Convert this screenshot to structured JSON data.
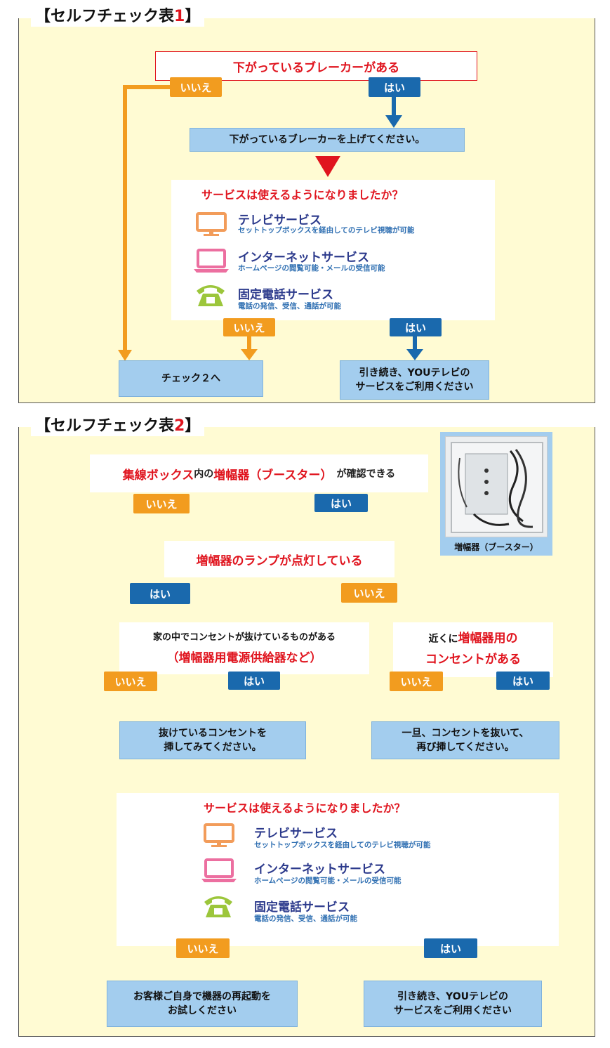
{
  "colors": {
    "accent_orange": "#f29c1f",
    "accent_blue": "#1a69ad",
    "alert_red": "#e0141e",
    "box_blue": "#a3cdee",
    "panel_yellow": "#fffbd3",
    "service_navy": "#2c3a8c"
  },
  "labels": {
    "no": "いいえ",
    "yes": "はい"
  },
  "section1": {
    "title_prefix": "【セルフチェック表",
    "title_num": "1",
    "title_suffix": "】",
    "q1": "下がっているブレーカーがある",
    "action1": "下がっているブレーカーを上げてください。",
    "question": "サービスは使えるようになりましたか？",
    "services": [
      {
        "icon": "tv-icon",
        "name": "テレビサービス",
        "desc": "セットトップボックスを経由してのテレビ視聴が可能"
      },
      {
        "icon": "laptop-icon",
        "name": "インターネットサービス",
        "desc": "ホームページの閲覧可能・メールの受信可能"
      },
      {
        "icon": "phone-icon",
        "name": "固定電話サービス",
        "desc": "電話の発信、受信、通話が可能"
      }
    ],
    "result_no": "チェック２へ",
    "result_yes_line1": "引き続き、YOUテレビの",
    "result_yes_line2": "サービスをご利用ください"
  },
  "section2": {
    "title_prefix": "【セルフチェック表",
    "title_num": "2",
    "title_suffix": "】",
    "q1_red1": "集線ボックス",
    "q1_t1": "内の",
    "q1_red2": "増幅器（ブースター）",
    "q1_t2": "が確認できる",
    "photo_caption": "増幅器（ブースター）",
    "q2": "増幅器のランプが点灯している",
    "q3_line1": "家の中でコンセントが抜けているものがある",
    "q3_line2": "（増幅器用電源供給器など）",
    "q4_t1": "近くに",
    "q4_red1": "増幅器用の",
    "q4_red2": "コンセントがある",
    "action_left_line1": "抜けているコンセントを",
    "action_left_line2": "挿してみてください。",
    "action_right_line1": "一旦、コンセントを抜いて、",
    "action_right_line2": "再び挿してください。",
    "question": "サービスは使えるようになりましたか？",
    "services": [
      {
        "icon": "tv-icon",
        "name": "テレビサービス",
        "desc": "セットトップボックスを経由してのテレビ視聴が可能"
      },
      {
        "icon": "laptop-icon",
        "name": "インターネットサービス",
        "desc": "ホームページの閲覧可能・メールの受信可能"
      },
      {
        "icon": "phone-icon",
        "name": "固定電話サービス",
        "desc": "電話の発信、受信、通話が可能"
      }
    ],
    "result_no_line1": "お客様ご自身で機器の再起動を",
    "result_no_line2": "お試しください",
    "result_yes_line1": "引き続き、YOUテレビの",
    "result_yes_line2": "サービスをご利用ください"
  }
}
